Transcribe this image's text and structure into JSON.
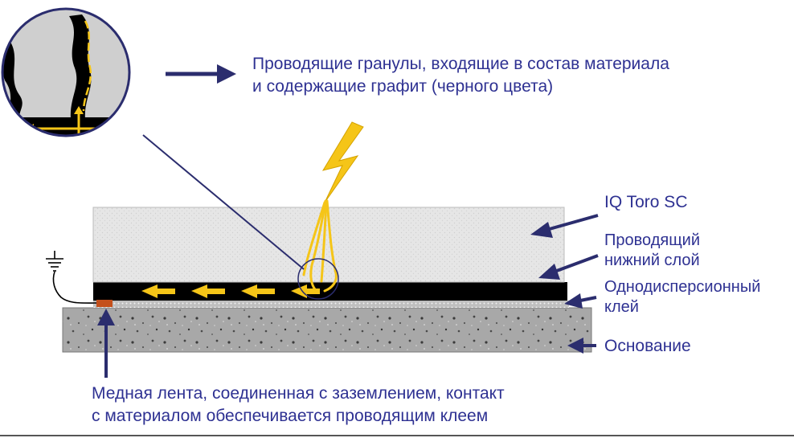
{
  "labels": {
    "granules_line1": "Проводящие гранулы, входящие в состав материала",
    "granules_line2": "и  содержащие  графит (черного цвета)",
    "iq_toro": "IQ Toro SC",
    "conductive_line1": "Проводящий",
    "conductive_line2": "нижний слой",
    "adhesive_line1": "Однодисперсионный",
    "adhesive_line2": "клей",
    "base": "Основание",
    "copper_line1": "Медная лента, соединенная с заземлением, контакт",
    "copper_line2": "с материалом обеспечивается проводящим клеем"
  },
  "colors": {
    "label_text": "#2e3192",
    "arrow_navy": "#2b2d6e",
    "lightning": "#f5c518",
    "conductive_layer": "#000000",
    "copper_tape": "#c4501c",
    "top_layer": "#e4e4e4",
    "base_concrete": "#a6a6a6"
  },
  "icons": [
    "lightning-bolt-icon",
    "ground-symbol-icon",
    "magnifier-circle-icon"
  ]
}
